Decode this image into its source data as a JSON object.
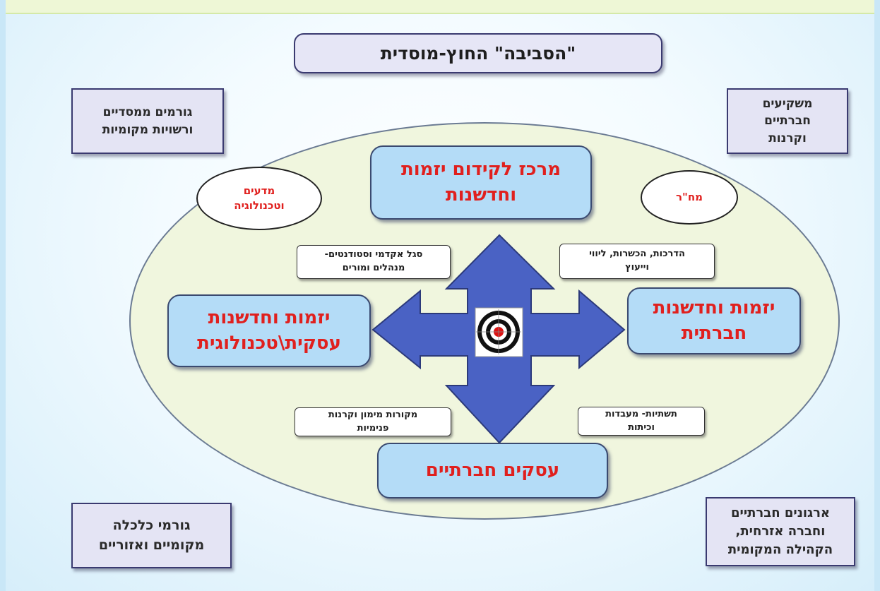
{
  "title": "\"הסביבה\" החוץ-מוסדית",
  "corners": {
    "top_left": "גורמים ממסדיים\nורשויות מקומיות",
    "top_right": "משקיעים\nחברתיים\nוקרנות",
    "bottom_left": "גורמי כלכלה\nמקומיים ואזוריים",
    "bottom_right": "ארגונים חברתיים\nוחברה אזרחית,\nהקהילה המקומית"
  },
  "center_boxes": {
    "top": "מרכז לקידום יזמות\nוחדשנות",
    "left": "יזמות וחדשנות\nעסקית\\טכנולוגית",
    "right": "יזמות וחדשנות\nחברתית",
    "bottom": "עסקים חברתיים"
  },
  "ovals": {
    "left": "מדעים\nוטכנולוגיה",
    "right": "מח\"ר"
  },
  "small_boxes": {
    "top_left": "סגל אקדמי וסטודנטים-\nמנהלים ומורים",
    "top_right": "הדרכות, הכשרות, ליווי\nוייעוץ",
    "bottom_left": "מקורות מימון וקרנות\nפנימיות",
    "bottom_right": "תשתיות- מעבדות\nוכיתות"
  },
  "colors": {
    "arrow_fill": "#4a62c4",
    "arrow_stroke": "#2c3a7a",
    "highlight_text": "#e0201e",
    "blue_box": "#b4dcf7",
    "ellipse_fill": "#f0f6de"
  },
  "icons": {
    "center": "target-icon",
    "arrows": "four-way-arrow-icon"
  }
}
